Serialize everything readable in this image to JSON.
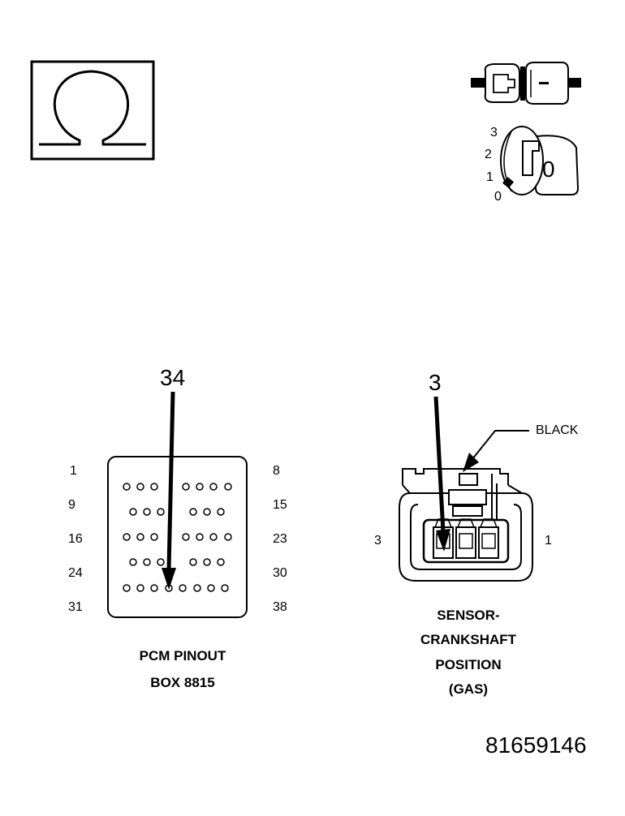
{
  "meter": {
    "omega_icon": "omega-ohm-icon",
    "selector_positions": [
      "3",
      "2",
      "1",
      "0"
    ],
    "display_value": "0",
    "probe_icon": "test-lead-plug-icon"
  },
  "pcm": {
    "pointer_pin": "34",
    "row_labels_left": [
      "1",
      "9",
      "16",
      "24",
      "31"
    ],
    "row_labels_right": [
      "8",
      "15",
      "23",
      "30",
      "38"
    ],
    "title_line1": "PCM PINOUT",
    "title_line2": "BOX 8815"
  },
  "sensor": {
    "pointer_pin": "3",
    "wire_color": "BLACK",
    "side_label_left": "3",
    "side_label_right": "1",
    "caption_lines": [
      "SENSOR-",
      "CRANKSHAFT",
      "POSITION",
      "(GAS)"
    ]
  },
  "figure_id": "81659146"
}
